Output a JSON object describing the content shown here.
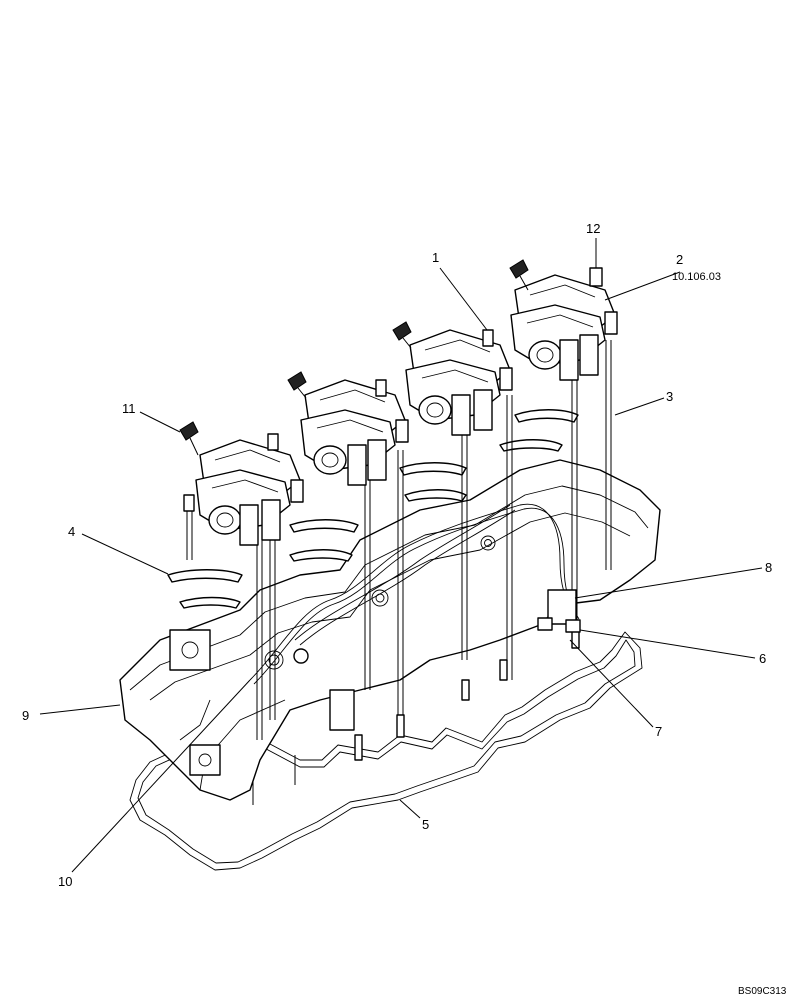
{
  "labels": {
    "l1": "1",
    "l2": "2",
    "l2_ref": "10.106.03",
    "l3": "3",
    "l4": "4",
    "l5": "5",
    "l6": "6",
    "l7": "7",
    "l8": "8",
    "l9": "9",
    "l10": "10",
    "l11": "11",
    "l12": "12"
  },
  "figure_code": "BS09C313"
}
